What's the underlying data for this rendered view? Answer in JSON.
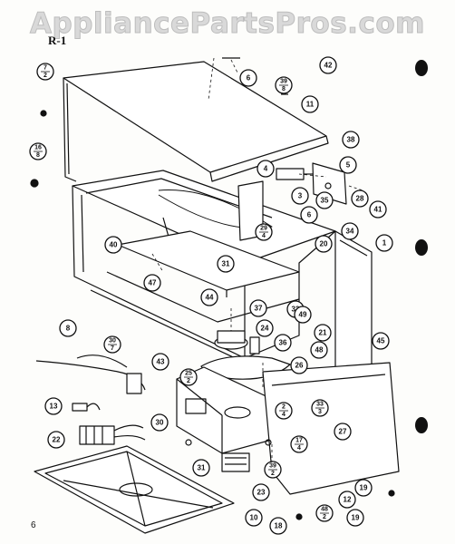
{
  "watermark": "AppliancePartsPros.com",
  "corner_label": "R-1",
  "page_number": "6",
  "callouts": [
    {
      "id": "c-7-2",
      "top": "7",
      "bottom": "2"
    },
    {
      "id": "c-6",
      "top": "6"
    },
    {
      "id": "c-42",
      "top": "42"
    },
    {
      "id": "c-39-8",
      "top": "39",
      "bottom": "8"
    },
    {
      "id": "c-11",
      "top": "11"
    },
    {
      "id": "c-16-8",
      "top": "16",
      "bottom": "8"
    },
    {
      "id": "c-38",
      "top": "38"
    },
    {
      "id": "c-4",
      "top": "4"
    },
    {
      "id": "c-5",
      "top": "5"
    },
    {
      "id": "c-3",
      "top": "3"
    },
    {
      "id": "c-35",
      "top": "35"
    },
    {
      "id": "c-28",
      "top": "28"
    },
    {
      "id": "c-6b",
      "top": "6"
    },
    {
      "id": "c-41",
      "top": "41"
    },
    {
      "id": "c-29-4",
      "top": "29",
      "bottom": "4"
    },
    {
      "id": "c-34",
      "top": "34"
    },
    {
      "id": "c-1",
      "top": "1"
    },
    {
      "id": "c-40",
      "top": "40"
    },
    {
      "id": "c-20",
      "top": "20"
    },
    {
      "id": "c-31",
      "top": "31"
    },
    {
      "id": "c-47",
      "top": "47"
    },
    {
      "id": "c-44",
      "top": "44"
    },
    {
      "id": "c-37",
      "top": "37"
    },
    {
      "id": "c-32",
      "top": "32"
    },
    {
      "id": "c-49",
      "top": "49"
    },
    {
      "id": "c-21",
      "top": "21"
    },
    {
      "id": "c-45",
      "top": "45"
    },
    {
      "id": "c-8",
      "top": "8"
    },
    {
      "id": "c-36",
      "top": "36"
    },
    {
      "id": "c-24",
      "top": "24"
    },
    {
      "id": "c-30-7",
      "top": "30",
      "bottom": "7"
    },
    {
      "id": "c-48",
      "top": "48"
    },
    {
      "id": "c-43",
      "top": "43"
    },
    {
      "id": "c-25-2",
      "top": "25",
      "bottom": "2"
    },
    {
      "id": "c-26",
      "top": "26"
    },
    {
      "id": "c-33-3",
      "top": "33",
      "bottom": "3"
    },
    {
      "id": "c-2-4",
      "top": "2",
      "bottom": "4"
    },
    {
      "id": "c-13",
      "top": "13"
    },
    {
      "id": "c-27",
      "top": "27"
    },
    {
      "id": "c-17-4",
      "top": "17",
      "bottom": "4"
    },
    {
      "id": "c-22",
      "top": "22"
    },
    {
      "id": "c-30",
      "top": "30"
    },
    {
      "id": "c-31b",
      "top": "31"
    },
    {
      "id": "c-39-2",
      "top": "39",
      "bottom": "2"
    },
    {
      "id": "c-23",
      "top": "23"
    },
    {
      "id": "c-19",
      "top": "19"
    },
    {
      "id": "c-12",
      "top": "12"
    },
    {
      "id": "c-48-2",
      "top": "48",
      "bottom": "2"
    },
    {
      "id": "c-10",
      "top": "10"
    },
    {
      "id": "c-18",
      "top": "18"
    },
    {
      "id": "c-19b",
      "top": "19"
    }
  ]
}
